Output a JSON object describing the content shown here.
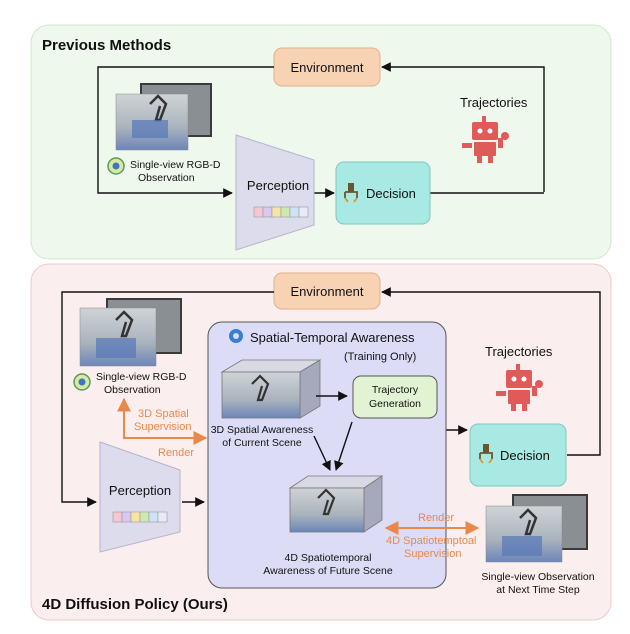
{
  "panels": {
    "previous": {
      "title": "Previous Methods",
      "environment": "Environment",
      "trajectories": "Trajectories",
      "observation_line1": "Single-view RGB-D",
      "observation_line2": "Observation",
      "perception": "Perception",
      "decision": "Decision"
    },
    "ours": {
      "title": "4D Diffusion Policy (Ours)",
      "environment": "Environment",
      "trajectories": "Trajectories",
      "observation_line1": "Single-view RGB-D",
      "observation_line2": "Observation",
      "perception": "Perception",
      "decision": "Decision",
      "spatial_temporal_title": "Spatial-Temporal Awareness",
      "training_only": "(Training Only)",
      "trajectory_gen_line1": "Trajectory",
      "trajectory_gen_line2": "Generation",
      "current_scene_line1": "3D Spatial Awareness",
      "current_scene_line2": "of Current Scene",
      "future_scene_line1": "4D Spatiotemporal",
      "future_scene_line2": "Awareness of Future Scene",
      "spatial_supervision_line1": "3D Spatial",
      "spatial_supervision_line2": "Supervision",
      "render_left": "Render",
      "render_right": "Render",
      "spatiotemporal_supervision_line1": "4D Spatiotemptoal",
      "spatiotemporal_supervision_line2": "Supervision",
      "next_obs_line1": "Single-view Observation",
      "next_obs_line2": "at Next Time Step"
    }
  },
  "colors": {
    "top_panel_bg": "#eef8ec",
    "bottom_panel_bg": "#fbeeee",
    "environment_box": "#f7d3b4",
    "decision_box": "#a8e9e3",
    "trajectory_box": "#e2f3d4",
    "awareness_box": "#dcdcf7",
    "perception": "#dcdcec",
    "robot": "#e05a5a",
    "supervision_arrow": "#e8894a"
  }
}
